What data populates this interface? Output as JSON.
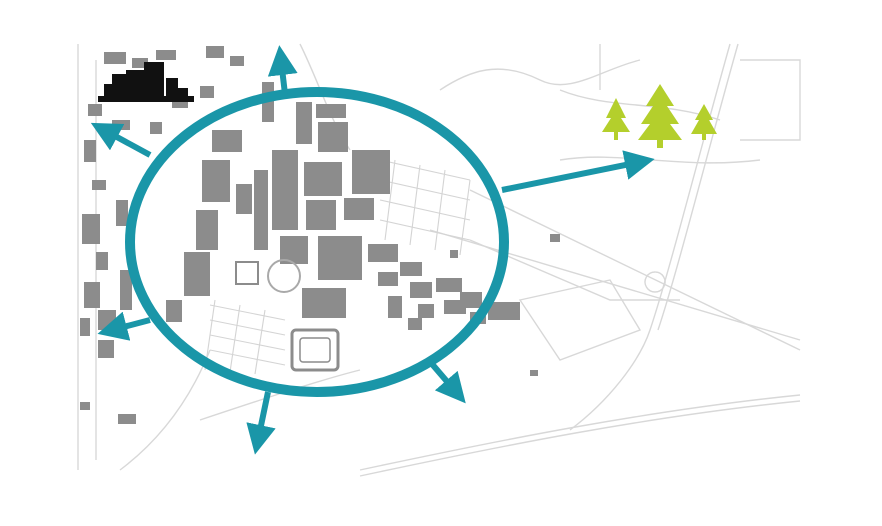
{
  "colors": {
    "background": "#ffffff",
    "road_line": "#d6d6d6",
    "road_line_strong": "#c8c8c8",
    "building": "#8c8c8c",
    "building_outline": "#a9a9a9",
    "ring": "#1a96a8",
    "arrow": "#1a96a8",
    "city_icon": "#111111",
    "tree_icon": "#b4cf2c"
  },
  "icons": {
    "city": "city-skyline-icon",
    "trees": "pine-trees-icon",
    "arrow": "arrow-head-icon"
  },
  "map": {
    "ring_shape": "ellipse",
    "arrow_count": 6,
    "arrow_directions": [
      "north",
      "northwest",
      "east",
      "southwest",
      "south",
      "southeast"
    ],
    "tree_count": 3
  }
}
